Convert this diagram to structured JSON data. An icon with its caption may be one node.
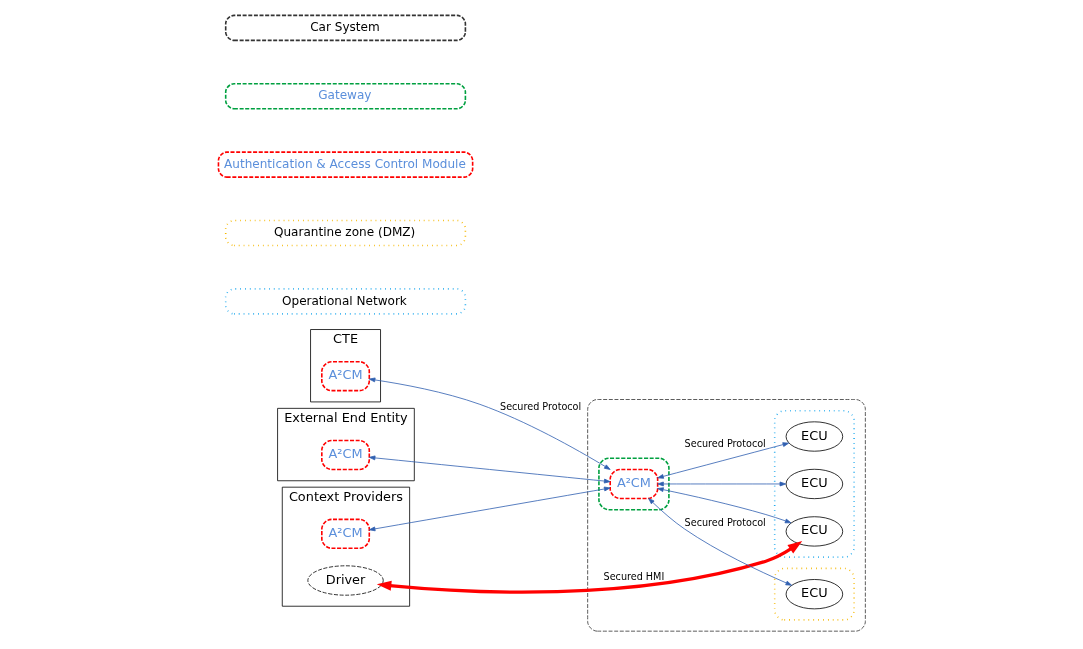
{
  "diagram": {
    "nodes": [
      {
        "text": [
          "External End Entity"
        ]
      },
      {
        "text": [
          "A²CM"
        ],
        "in": 0
      },
      {
        "text": [
          "CTE"
        ]
      },
      {
        "text": [
          "A²CM"
        ],
        "in": 2
      },
      {
        "text": [
          "Context Providers"
        ]
      },
      {
        "text": [
          "Driver"
        ],
        "in": 4
      },
      {
        "text": [
          "A²CM"
        ],
        "in": 4
      },
      {
        "text": [],
        "shape": "box"
      },
      {
        "text": [],
        "shape": "box",
        "in": 7
      },
      {
        "text": [
          "ECU"
        ],
        "in": 8
      },
      {
        "text": [],
        "shape": "box",
        "in": 7
      },
      {
        "text": [
          "A²CM"
        ],
        "in": 10
      },
      {
        "text": [],
        "shape": "box",
        "in": 7
      },
      {
        "text": [
          "ECU"
        ],
        "in": 12
      },
      {
        "text": [
          "ECU"
        ],
        "in": 12
      },
      {
        "text": [
          "ECU"
        ],
        "in": 12
      }
    ],
    "edges": [
      {
        "from": 1,
        "to": 11,
        "arrow": "both"
      },
      {
        "from": 3,
        "to": 11,
        "arrow": "both",
        "label": "Secured Protocol"
      },
      {
        "from": 6,
        "to": 11,
        "arrow": "both"
      },
      {
        "from": 11,
        "to": 9,
        "arrow": "both",
        "label": "Secured Protocol"
      },
      {
        "from": 11,
        "to": 13,
        "arrow": "both"
      },
      {
        "from": 11,
        "to": 14,
        "arrow": "both",
        "label": "Secured Protocol"
      },
      {
        "from": 11,
        "to": 15,
        "arrow": "both"
      },
      {
        "from": 5,
        "to": 15,
        "arrow": "both",
        "label": "Secured HMI",
        "style": "thick",
        "color": "#ff0000"
      }
    ],
    "legend": [
      {
        "text": "Car System"
      },
      {
        "text": "Gateway"
      },
      {
        "text": "Authentication & Access Control Module"
      },
      {
        "text": "Quarantine zone (DMZ)"
      },
      {
        "text": "Operational Network"
      }
    ]
  }
}
